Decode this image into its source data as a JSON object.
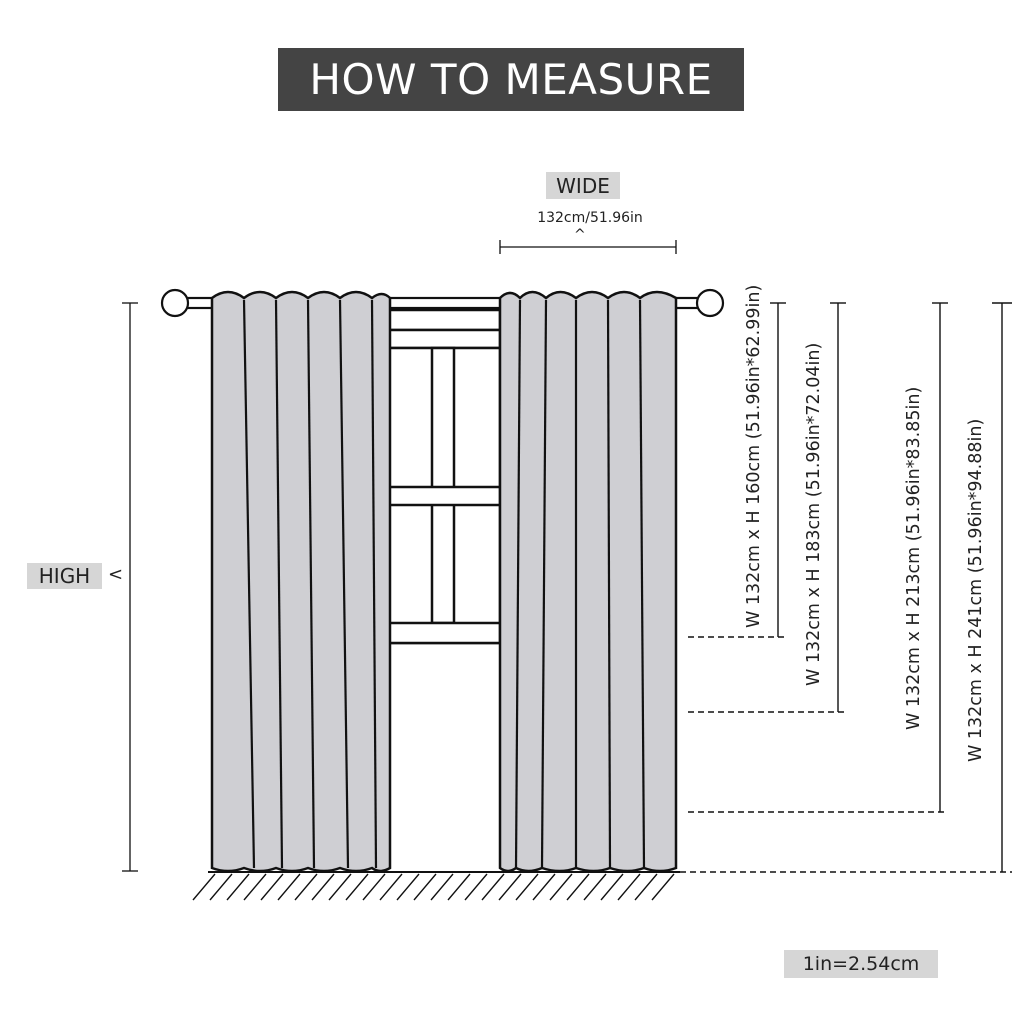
{
  "title": "HOW TO MEASURE",
  "wide": {
    "label": "WIDE",
    "dimension": "132cm/51.96in",
    "arrow": "^"
  },
  "high": {
    "label": "HIGH",
    "arrow": "<"
  },
  "sizes": [
    {
      "text": "W 132cm x H 160cm (51.96in*62.99in)",
      "caret": "^"
    },
    {
      "text": "W 132cm x H 183cm (51.96in*72.04in)",
      "caret": "^"
    },
    {
      "text": "W 132cm x H 213cm (51.96in*83.85in)",
      "caret": "^"
    },
    {
      "text": "W 132cm x H 241cm (51.96in*94.88in)",
      "caret": "^"
    }
  ],
  "scale_note": "1in=2.54cm",
  "colors": {
    "banner": "#444444",
    "curtain_fill": "#cfcfd3",
    "label_box": "#d6d6d6",
    "stroke": "#111111"
  }
}
